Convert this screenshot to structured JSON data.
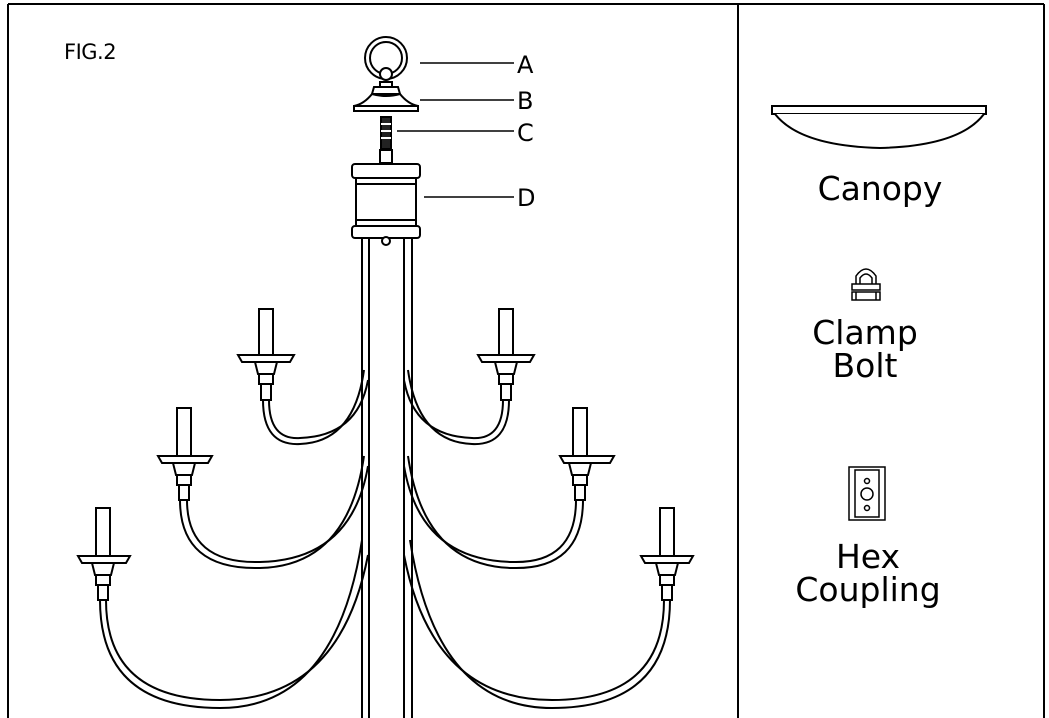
{
  "figure": {
    "label": "FIG.2"
  },
  "callouts": [
    {
      "id": "A",
      "label": "A"
    },
    {
      "id": "B",
      "label": "B"
    },
    {
      "id": "C",
      "label": "C"
    },
    {
      "id": "D",
      "label": "D"
    }
  ],
  "parts": [
    {
      "id": "canopy",
      "name": "Canopy"
    },
    {
      "id": "clamp-bolt",
      "name_line1": "Clamp",
      "name_line2": "Bolt"
    },
    {
      "id": "hex-coupling",
      "name_line1": "Hex",
      "name_line2": "Coupling"
    }
  ],
  "colors": {
    "line": "#000000",
    "background": "#ffffff"
  }
}
